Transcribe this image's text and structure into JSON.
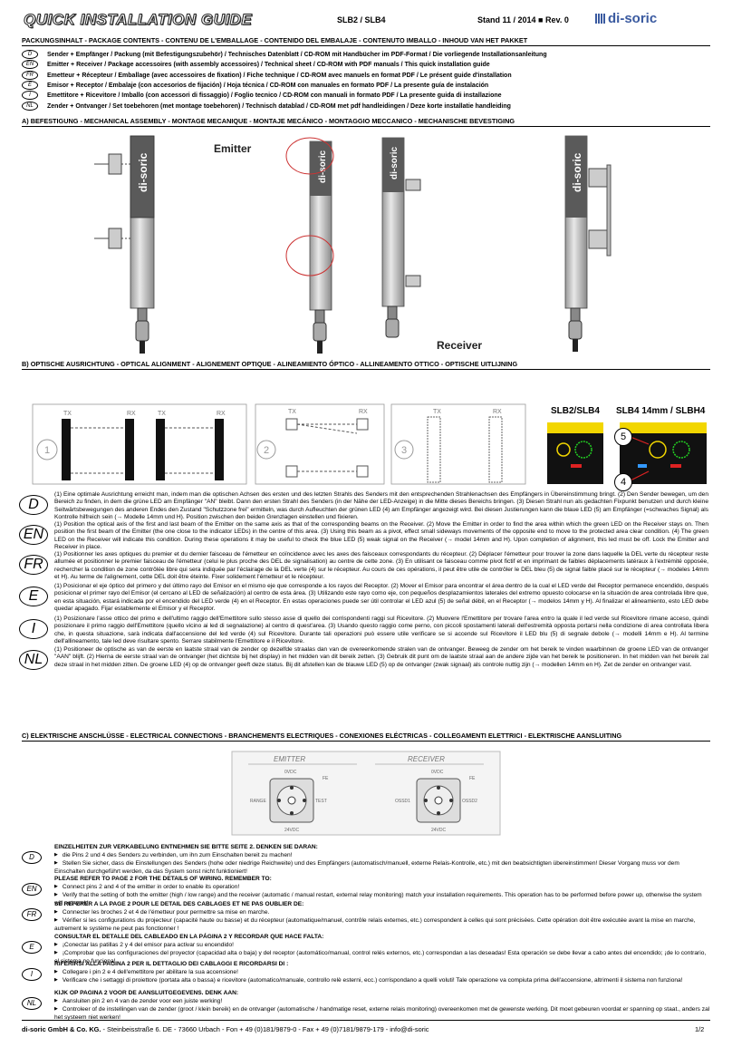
{
  "header": {
    "title": "QUICK INSTALLATION GUIDE",
    "model": "SLB2  /  SLB4",
    "stand": "Stand 11 / 2014  ■  Rev. 0",
    "logo": "di-soric"
  },
  "package": {
    "heading": "PACKUNGSINHALT - PACKAGE CONTENTS - CONTENU DE L'EMBALLAGE - CONTENIDO DEL EMBALAJE - CONTENUTO IMBALLO - INHOUD VAN HET PAKKET",
    "rows": [
      {
        "lang": "D",
        "text": "Sender + Empfänger / Packung (mit Befestigungszubehör) / Technisches Datenblatt / CD-ROM mit Handbücher im PDF-Format / Die vorliegende Installationsanleitung"
      },
      {
        "lang": "EN",
        "text": "Emitter + Receiver / Package accessoires (with assembly accessoires) / Technical sheet / CD-ROM with PDF manuals / This quick installation guide"
      },
      {
        "lang": "FR",
        "text": "Emetteur + Récepteur / Emballage (avec accessoires de fixation) / Fiche technique / CD-ROM avec manuels en format PDF / Le présent guide d'installation"
      },
      {
        "lang": "E",
        "text": "Emisor + Receptor / Embalaje (con accesorios de fijación) / Hoja técnica / CD-ROM con manuales en formato PDF / La presente guía de instalación"
      },
      {
        "lang": "I",
        "text": "Emettitore + Ricevitore / Imballo (con accessori di fissaggio) / Foglio tecnico / CD-ROM con manuali in formato PDF / La presente guida di installazione"
      },
      {
        "lang": "NL",
        "text": "Zender + Ontvanger / Set toebehoren (met montage toebehoren) / Technisch datablad / CD-ROM met pdf handleidingen / Deze korte installatie handleiding"
      }
    ]
  },
  "sectionA": {
    "heading": "A) BEFESTIGUNG - MECHANICAL ASSEMBLY - MONTAGE MECANIQUE - MONTAJE MECÁNICO - MONTAGGIO MECCANICO - MECHANISCHE BEVESTIGING",
    "emitter_label": "Emitter",
    "receiver_label": "Receiver",
    "brand_on_device": "di-soric"
  },
  "sectionB": {
    "heading": "B) OPTISCHE AUSRICHTUNG - OPTICAL ALIGNMENT - ALIGNEMENT OPTIQUE - ALINEAMIENTO ÓPTICO - ALLINEAMENTO OTTICO - OPTISCHE UITLIJNING",
    "tx": "TX",
    "rx": "RX",
    "step1": "1",
    "step2": "2",
    "step3": "3",
    "model_a": "SLB2/SLB4",
    "model_b": "SLB4 14mm / SLBH4",
    "callout5": "5",
    "callout4": "4",
    "paragraphs": [
      {
        "lang": "D",
        "text": "(1) Eine optimale Ausrichtung erreicht man, indem man die optischen Achsen des ersten und des letzten Strahls des Senders mit den entsprechenden Strahlenachsen des Empfängers in Übereinstimmung bringt. (2) Den Sender bewegen, um den Bereich zu finden, in dem die grüne LED am Empfänger \"AN\" bleibt. Dann den ersten Strahl des Senders (in der Nähe der LED-Anzeige) in die Mitte dieses Bereichs bringen. (3) Diesen Strahl nun als gedachten Fixpunkt benutzen und durch kleine Seitwärtsbewegungen des anderen Endes den Zustand \"Schutzzone frei\" ermitteln, was durch Aufleuchten der grünen LED (4) am Empfänger angezeigt wird. Bei diesen Justierungen kann die blaue LED (5) am Empfänger (=schwaches Signal) als Kontrolle hilfreich sein (→ Modelle 14mm und H). Position zwischen den beiden Grenzlagen einstellen und fixieren."
      },
      {
        "lang": "EN",
        "text": "(1) Position the optical axis of the first and last beam of the Emitter on the same axis as that of the corresponding beams on the Receiver.  (2) Move the Emitter in order to find the area within which the green LED on the Receiver stays on. Then position the first beam of the Emitter (the one close to the indicator LEDs) in the centre of this area. (3) Using this beam as a pivot, effect small sideways movements of the opposite end to move to the protected area clear condition. (4) The green LED on the Receiver will indicate this condition.  During these operations it may be useful to check the blue LED (5) weak signal on the Receiver (→ model 14mm and H). Upon completion of alignment, this led must be off. Lock the Emitter and Receiver in place."
      },
      {
        "lang": "FR",
        "text": "(1) Positionner les axes optiques du premier et du dernier faisceau de l'émetteur en coïncidence avec les axes des faisceaux correspondants du récepteur. (2) Déplacer l'émetteur pour trouver la zone dans laquelle la DEL verte du récepteur reste allumée et positionner le premier faisceau de l'émetteur (celui le plus proche des DEL de signalisation) au centre de cette zone. (3) En utilisant ce faisceau comme pivot fictif et en imprimant de faibles déplacements latéraux à l'extrémité opposée, rechercher la condition de zone contrôlée libre qui sera indiquée par l'éclairage de la DEL verte (4) sur le récepteur. Au cours de ces opérations, il peut être utile de contrôler le DEL bleu (5) de signal faible placé sur le récepteur (→ modeles 14mm et H). Au terme de l'alignement, cette DEL doit être éteinte. Fixer solidement l'émetteur et le récepteur."
      },
      {
        "lang": "E",
        "text": "(1) Posicionar el eje óptico del primero y del último rayo del Emisor en el mismo eje que corresponde a los rayos del Receptor.  (2) Mover el Emisor para encontrar el área dentro de la cual el LED verde del Receptor permanece encendido, después posicionar el primer rayo del Emisor (el cercano al LED de señalización) al centro de esta área. (3) Utilizando este rayo como eje, con pequeños desplazamientos laterales del extremo opuesto colocarse en la situación de area controlada libre que, en esta situación, estará indicada por el encendido del LED verde (4) en el Receptor. En estas operaciones puede ser útil controlar el LED azul (5) de señal débil, en el Receptor (→ modelos 14mm y H). Al finalizar el alineamiento, esto LED debe quedar apagado. Fijar establemente el Emisor y el Receptor."
      },
      {
        "lang": "I",
        "text": "(1) Posizionare l'asse ottico del primo e dell'ultimo raggio dell'Emettitore sullo stesso asse di quello dei corrispondenti raggi sul Ricevitore. (2) Muovere l'Emettitore per trovare l'area entro la quale il led verde sul Ricevitore rimane acceso, quindi posizionare il primo raggio dell'Emettitore (quello vicino ai led di segnalazione) al centro di quest'area. (3) Usando questo raggio come perno, con piccoli spostamenti laterali dell'estremità opposta portarsi nella condizione di area controllata libera che, in questa situazione, sarà indicata dall'accensione del led verde (4) sul Ricevitore. Durante tali operazioni può essere utile verificare se si accende sul Ricevitore il LED blu (5) di segnale debole (→ modelli 14mm e H). Al termine dell'allineamento, tale led deve risultare spento. Serrare stabilmente l'Emettitore e il Ricevitore."
      },
      {
        "lang": "NL",
        "text": "(1) Positioneer de optische as van de eerste en laatste straal van de zender op dezelfde straalas dan van de overeenkomende stralen van de ontvanger. Beweeg de zender om het bereik te vinden waarbinnen de groene LED van de ontvanger \"AAN\" blijft. (2) Hierna de eerste straal van de ontvanger (het dichtste bij het display) in het midden van dit bereik zetten. (3) Gebruik dit punt om de laatste straal aan de andere zijde van het bereik te positioneren. In het midden van het bereik zal deze straal in het midden zitten. De groene LED (4) op de ontvanger geeft deze status. Bij dit afstellen kan de blauwe LED (5) op de ontvanger (zwak signaal) als controle nuttig zijn (→ modellen 14mm en H). Zet de zender en ontvanger vast."
      }
    ]
  },
  "sectionC": {
    "heading": "C) ELEKTRISCHE ANSCHLÜSSE - ELECTRICAL CONNECTIONS - BRANCHEMENTS ELECTRIQUES - CONEXIONES ELÉCTRICAS - COLLEGAMENTI ELETTRICI - ELEKTRISCHE AANSLUITING",
    "emitter": "EMITTER",
    "receiver": "RECEIVER",
    "pin_top_e": "0VDC",
    "pin_fe_e": "FE",
    "pin_left_e": "RANGE",
    "pin_right_e": "TEST",
    "pin_bottom_e": "24VDC",
    "pin_top_r": "0VDC",
    "pin_fe_r": "FE",
    "pin_left_r": "OSSD1",
    "pin_right_r": "OSSD2",
    "pin_bottom_r": "24VDC",
    "wiring": [
      {
        "lang": "D",
        "head": "EINZELHEITEN ZUR VERKABELUNG ENTNEHMEN SIE BITTE SEITE 2. DENKEN SIE DARAN:",
        "items": [
          "die Pins 2 und 4 des Senders zu verbinden, um ihn zum Einschalten bereit zu machen!",
          "Stellen Sie sicher, dass die Einstellungen des Senders (hohe oder niedrige Reichweite) und des Empfängers (automatisch/manuell, externe Relais-Kontrolle, etc.) mit den beabsichtigten übereinstimmen! Dieser Vorgang muss vor dem Einschalten durchgeführt werden, da das System sonst nicht funktioniert!"
        ]
      },
      {
        "lang": "EN",
        "head": "PLEASE REFER TO PAGE 2 FOR THE DETAILS OF WIRING. REMEMBER TO:",
        "items": [
          "Connect pins 2 and 4 of the emitter in order to enable its operation!",
          "Verify that the setting of both the emitter (high / low range) and the receiver (automatic / manual restart, external relay monitoring) match your installation requirements. This operation has to be performed before power up, otherwise the system will not work!"
        ]
      },
      {
        "lang": "FR",
        "head": "SE REFERER A LA PAGE 2  POUR LE DETAIL DES CABLAGES ET NE PAS OUBLIER DE:",
        "items": [
          "Connecter les broches 2 et 4 de l'émetteur pour permettre sa mise en marche.",
          "Vérifier si les configurations du projecteur (capacité haute ou basse) et du récepteur (automatique/manuel, contrôle relais externes, etc.) correspondent à celles qui sont précisées. Cette opération doit être exécutée avant la mise en marche, autrement le système ne peut pas fonctionner !"
        ]
      },
      {
        "lang": "E",
        "head": "CONSULTAR EL DETALLE DEL CABLEADO EN LA PÁGINA 2 Y RECORDAR QUE HACE FALTA:",
        "items": [
          "¡Conectar las patillas 2 y 4 del emisor para activar su encendido!",
          "¡Comprobar que las configuraciones del proyector (capacidad alta o baja) y del receptor (automático/manual, control relés externos, etc.) correspondan a las deseadas! Esta operación se debe llevar a cabo antes del encendido; ¡de lo contrario, el sistema no funciona!"
        ]
      },
      {
        "lang": "I",
        "head": "RIFERIRSI ALLA PAGINA 2 PER IL DETTAGLIO DEI CABLAGGI E RICORDARSI DI :",
        "items": [
          "Collegare i pin 2 e 4 dell'emettitore per abilitare la sua accensione!",
          "Verificare che i settaggi di proiettore (portata alta o bassa) e ricevitore (automatico/manuale, controllo relè esterni, ecc.) corrispondano a quelli voluti! Tale operazione va compiuta prima dell'accensione, altrimenti il sistema non funziona!"
        ]
      },
      {
        "lang": "NL",
        "head": "KIJK OP PAGINA 2 VOOR DE AANSLUITGEGEVENS. DENK AAN:",
        "items": [
          "Aansluiten pin 2 en 4 van de zender voor een juiste werking!",
          "Controleer of de instellingen van de zender (groot / klein bereik) en de ontvanger (automatische / handmatige reset, externe relais monitoring) overeenkomen met de gewenste werking. Dit moet gebeuren voordat er spanning op staat., anders zal het systeem niet werken!"
        ]
      }
    ]
  },
  "footer": {
    "company": "di-soric GmbH & Co. KG.",
    "address": " - Steinbeisstraße 6. DE - 73660 Urbach - Fon + 49 (0)181/9879-0 - Fax + 49 (0)7181/9879-179 - info@di-soric",
    "page": "1/2"
  },
  "colors": {
    "accent": "#3a5aa0",
    "led_green": "#22cc22",
    "led_blue": "#3399ff",
    "led_red": "#dd2222",
    "led_yellow": "#f2d600"
  }
}
